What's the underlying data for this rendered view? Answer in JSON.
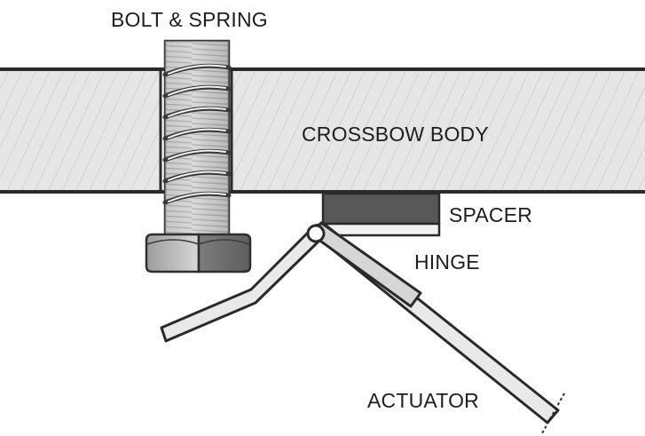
{
  "labels": {
    "bolt_spring": "BOLT & SPRING",
    "crossbow_body": "CROSSBOW BODY",
    "spacer": "SPACER",
    "hinge": "HINGE",
    "actuator": "ACTUATOR"
  }
}
